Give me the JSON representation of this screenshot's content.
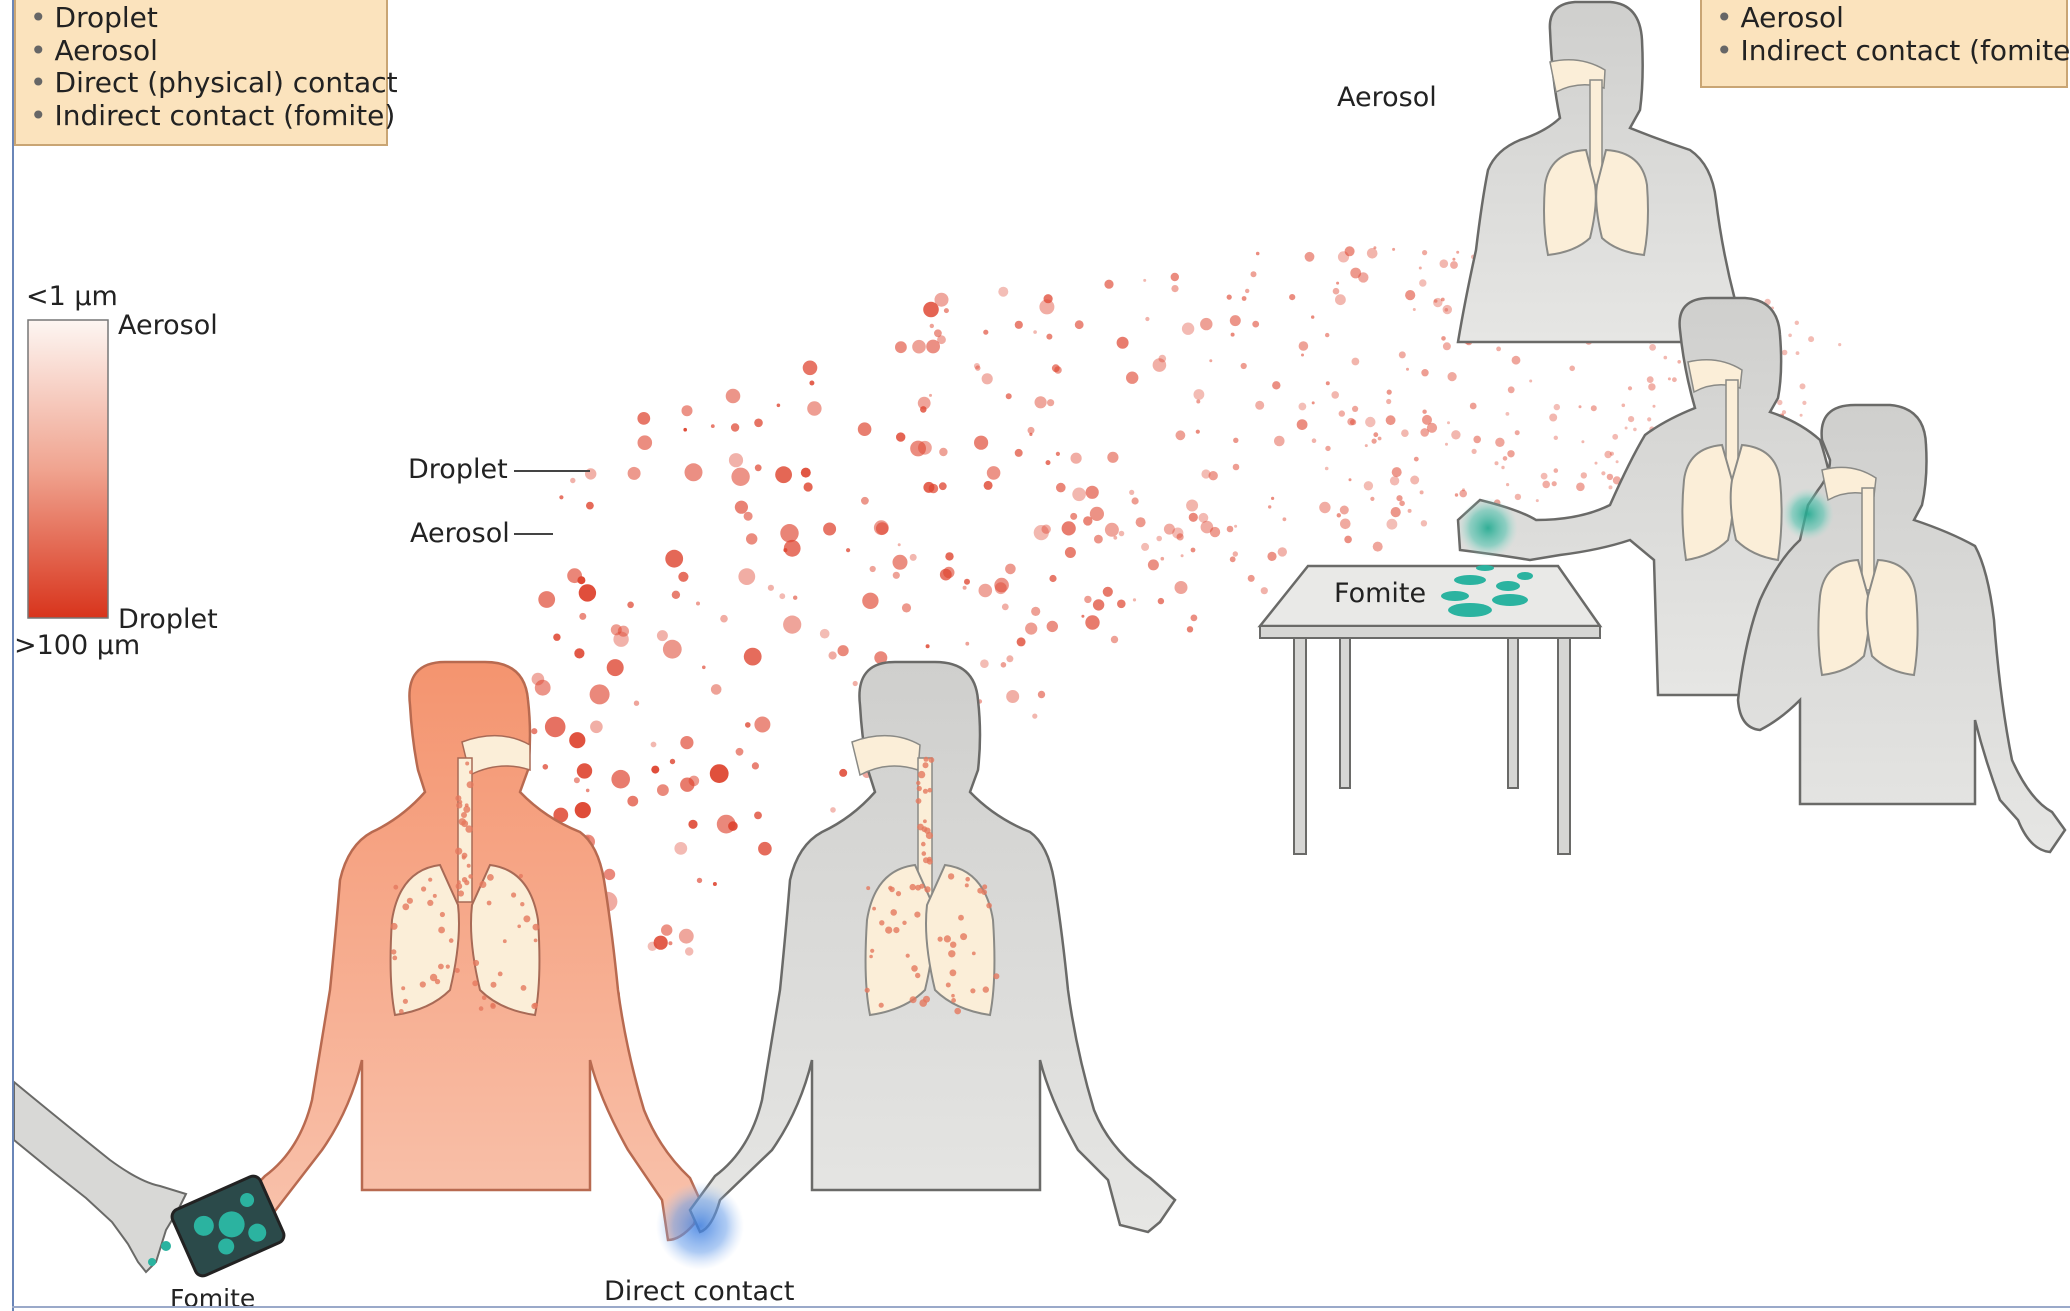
{
  "legend_left": {
    "items": [
      "Droplet",
      "Aerosol",
      "Direct (physical) contact",
      "Indirect contact (fomite)"
    ]
  },
  "legend_right": {
    "items": [
      "Aerosol",
      "Indirect contact (fomite)"
    ]
  },
  "size_scale": {
    "top_value": "<1 μm",
    "top_label": "Aerosol",
    "bottom_label": "Droplet",
    "bottom_value": ">100 μm",
    "colors": [
      "#fdf6f2",
      "#f0a490",
      "#d8341c"
    ]
  },
  "labels": {
    "droplet": "Droplet",
    "aerosol_left": "Aerosol",
    "aerosol_top": "Aerosol",
    "fomite_table": "Fomite",
    "fomite_phone": "Fomite",
    "direct_contact": "Direct contact"
  },
  "colors": {
    "infected_person": "#f4a080",
    "healthy_person": "#d9d9d7",
    "lungs": "#fbeed8",
    "droplet": "#de4530",
    "fomite": "#2bb3a0",
    "direct_contact_glow": "#5d8fe0",
    "legend_bg": "#fbe3bd"
  },
  "icons": [
    "infected-person",
    "healthy-person",
    "table",
    "smartphone",
    "hand"
  ]
}
